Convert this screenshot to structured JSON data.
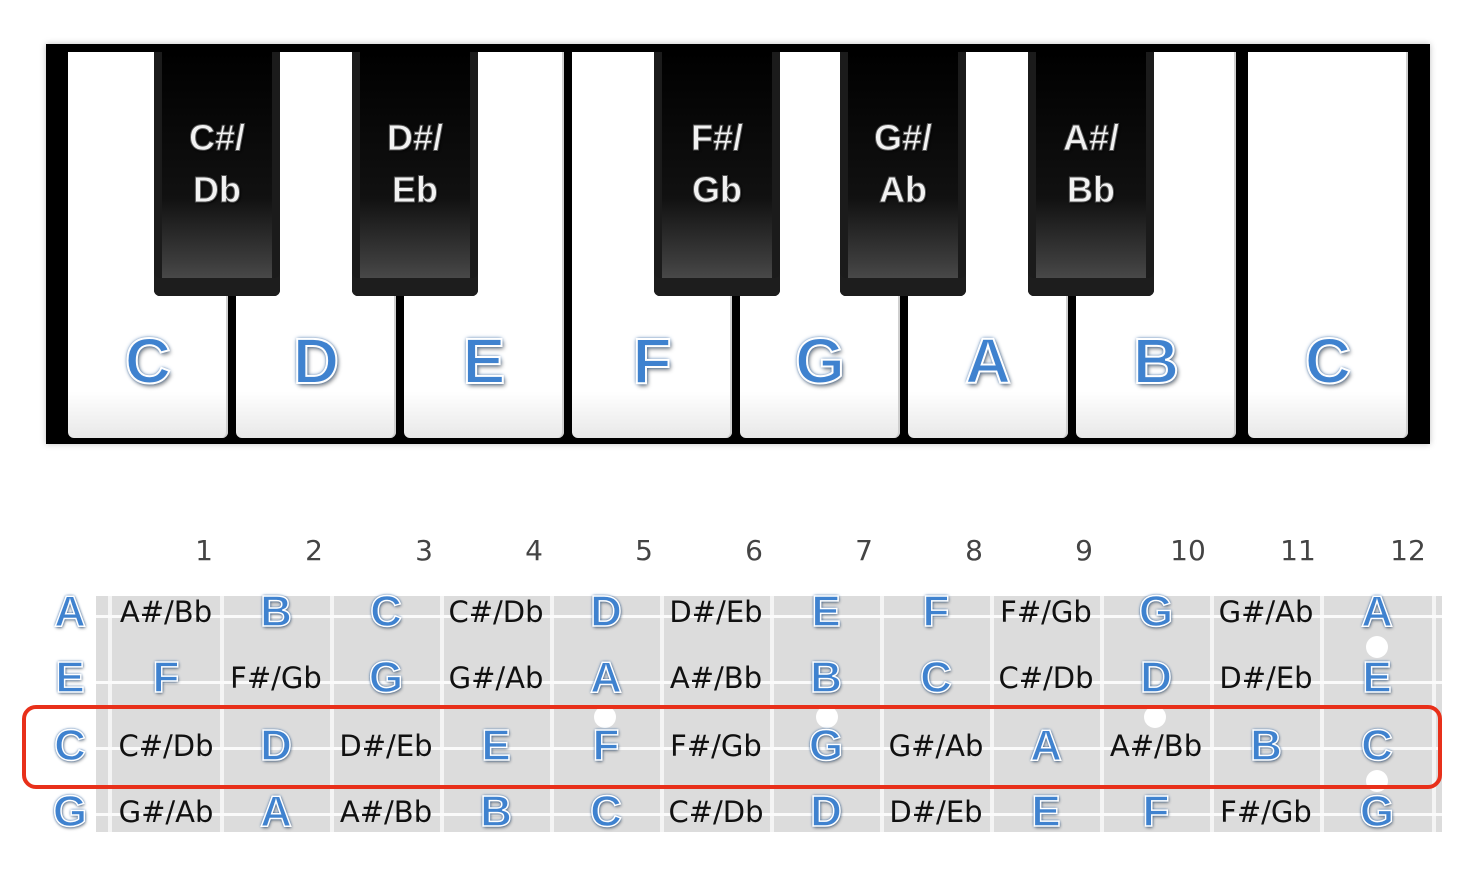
{
  "colors": {
    "natural_note": "#3f82cf",
    "highlight": "#e8301a",
    "fretboard": "#dcdcdc"
  },
  "piano": {
    "white_keys": [
      "C",
      "D",
      "E",
      "F",
      "G",
      "A",
      "B",
      "C"
    ],
    "black_keys": [
      {
        "top": "C#/",
        "bottom": "Db"
      },
      {
        "top": "D#/",
        "bottom": "Eb"
      },
      {
        "top": "F#/",
        "bottom": "Gb"
      },
      {
        "top": "G#/",
        "bottom": "Ab"
      },
      {
        "top": "A#/",
        "bottom": "Bb"
      }
    ]
  },
  "fretboard": {
    "fret_numbers": [
      "1",
      "2",
      "3",
      "4",
      "5",
      "6",
      "7",
      "8",
      "9",
      "10",
      "11",
      "12"
    ],
    "strings": [
      {
        "open": "A",
        "notes": [
          "A#/Bb",
          "B",
          "C",
          "C#/Db",
          "D",
          "D#/Eb",
          "E",
          "F",
          "F#/Gb",
          "G",
          "G#/Ab",
          "A"
        ]
      },
      {
        "open": "E",
        "notes": [
          "F",
          "F#/Gb",
          "G",
          "G#/Ab",
          "A",
          "A#/Bb",
          "B",
          "C",
          "C#/Db",
          "D",
          "D#/Eb",
          "E"
        ]
      },
      {
        "open": "C",
        "notes": [
          "C#/Db",
          "D",
          "D#/Eb",
          "E",
          "F",
          "F#/Gb",
          "G",
          "G#/Ab",
          "A",
          "A#/Bb",
          "B",
          "C"
        ]
      },
      {
        "open": "G",
        "notes": [
          "G#/Ab",
          "A",
          "A#/Bb",
          "B",
          "C",
          "C#/Db",
          "D",
          "D#/Eb",
          "E",
          "F",
          "F#/Gb",
          "G"
        ]
      }
    ],
    "highlighted_string": "C"
  }
}
